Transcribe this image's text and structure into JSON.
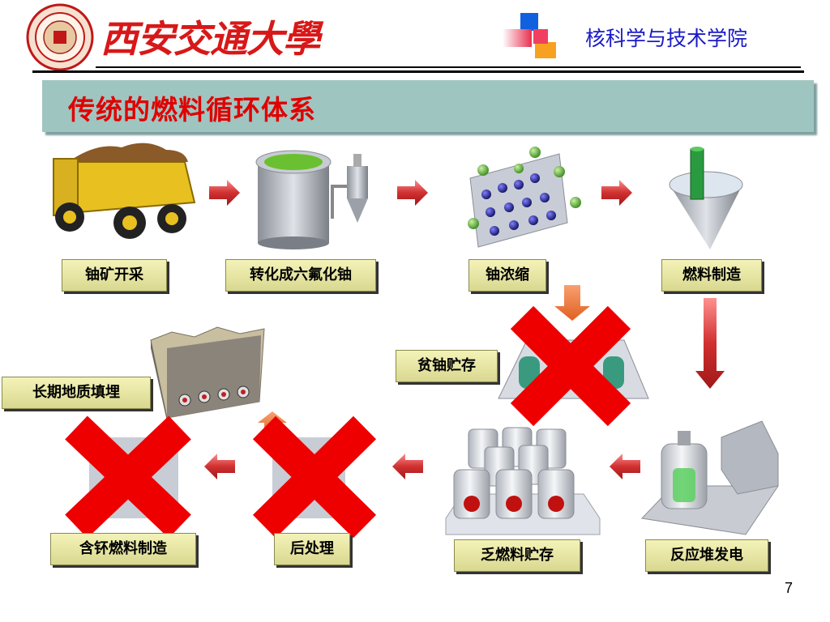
{
  "header": {
    "university": "西安交通大學",
    "school": "核科学与技术学院"
  },
  "title": "传统的燃料循环体系",
  "steps": {
    "mining": "铀矿开采",
    "conversion": "转化成六氟化铀",
    "enrichment": "铀浓缩",
    "fabrication": "燃料制造",
    "depleted_storage": "贫铀贮存",
    "geologic_disposal": "长期地质填埋",
    "reactor": "反应堆发电",
    "spent_fuel_storage": "乏燃料贮存",
    "reprocessing": "后处理",
    "mox_fabrication": "含钚燃料制造"
  },
  "page_number": "7",
  "colors": {
    "title_band": "#9fc5c0",
    "title_text": "#e00000",
    "school_text": "#1a1ac8",
    "arrow_red": "#d03030",
    "cross_red": "#ee0000"
  },
  "icons": [
    "university-seal-icon",
    "decorative-squares-icon",
    "truck-icon",
    "conversion-tank-icon",
    "enrichment-molecules-icon",
    "fuel-assembly-icon",
    "depleted-uranium-storage-icon",
    "geologic-repository-icon",
    "reactor-icon",
    "spent-fuel-casks-icon",
    "reprocessing-icon",
    "mox-fabrication-icon",
    "cross-mark-icon",
    "flow-arrow-icon"
  ]
}
